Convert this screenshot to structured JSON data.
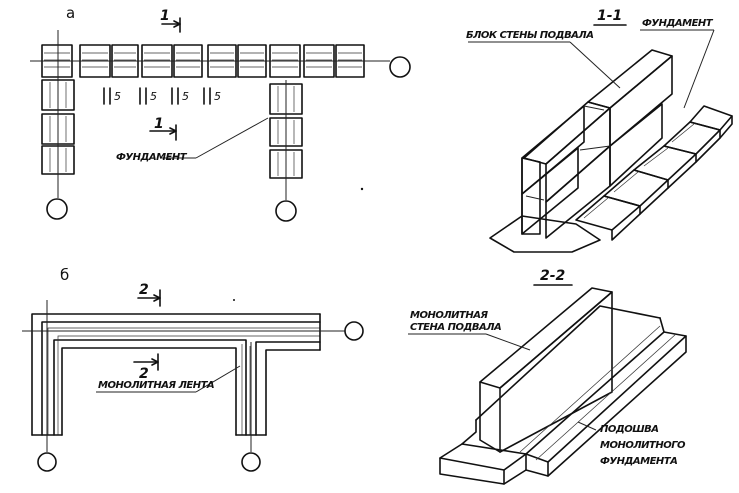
{
  "labels": {
    "fig_a": "а",
    "fig_b": "б",
    "cut_1_plan": "1",
    "cut_1_lower": "1",
    "cut_2_plan": "2",
    "cut_2_lower": "2",
    "section_1": "1-1",
    "section_2": "2-2",
    "dims": [
      "5",
      "5",
      "5",
      "5"
    ],
    "foundation_plan_a": "ФУНДАМЕНТ",
    "wall_block": "БЛОК СТЕНЫ ПОДВАЛА",
    "foundation_section_1": "ФУНДАМЕНТ",
    "monolithic_tape": "МОНОЛИТНАЯ ЛЕНТА",
    "monolithic_wall_line1": "МОНОЛИТНАЯ",
    "monolithic_wall_line2": "СТЕНА ПОДВАЛА",
    "footing_line1": "ПОДОШВА",
    "footing_line2": "МОНОЛИТНОГО",
    "footing_line3": "ФУНДАМЕНТА"
  }
}
